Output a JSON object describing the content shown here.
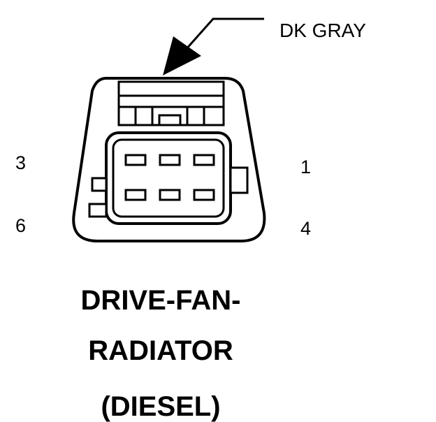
{
  "callout": {
    "color_label": "DK GRAY"
  },
  "pins": {
    "top_left": "3",
    "bottom_left": "6",
    "top_right": "1",
    "bottom_right": "4"
  },
  "title": {
    "line1": "DRIVE-FAN-",
    "line2": "RADIATOR",
    "line3": "(DIESEL)"
  }
}
